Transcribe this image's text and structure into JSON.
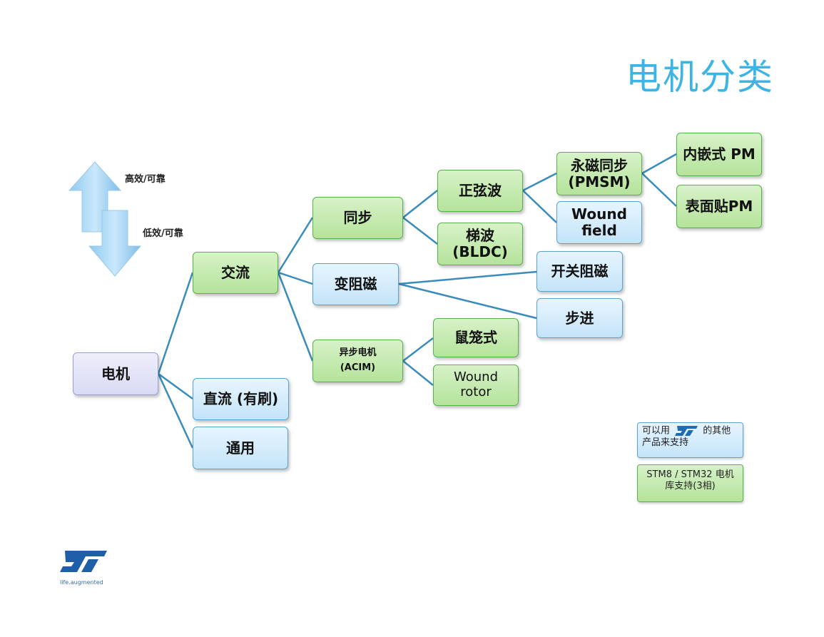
{
  "title": "电机分类",
  "arrows": {
    "up_label": "高效/可靠",
    "down_label": "低效/可靠"
  },
  "nodes": {
    "motor": "电机",
    "ac": "交流",
    "dc_brushed": "直流 (有刷)",
    "universal": "通用",
    "synchronous": "同步",
    "reluctance": "变阻磁",
    "async_line1": "异步电机",
    "async_line2": "(ACIM)",
    "sine": "正弦波",
    "trap_line1": "梯波",
    "trap_line2": "(BLDC)",
    "pmsm_line1": "永磁同步",
    "pmsm_line2": "(PMSM)",
    "wound_field_line1": "Wound",
    "wound_field_line2": "field",
    "ipm": "内嵌式 PM",
    "spm": "表面贴PM",
    "switched_reluctance": "开关阻磁",
    "stepper": "步进",
    "squirrel_cage": "鼠笼式",
    "wound_rotor_line1": "Wound",
    "wound_rotor_line2": "rotor"
  },
  "legend": {
    "blue_text_before": "可以用",
    "blue_text_after": "的其他",
    "blue_text_line2": "产品来支持",
    "green_line1": "STM8 / STM32 电机",
    "green_line2": "库支持(3相)"
  },
  "footer": {
    "tagline": "life.augmented"
  },
  "colors": {
    "title": "#3cb4e6",
    "connector": "#3a8dbb",
    "green_border": "#56b24a",
    "blue_border": "#5ba2cf"
  }
}
